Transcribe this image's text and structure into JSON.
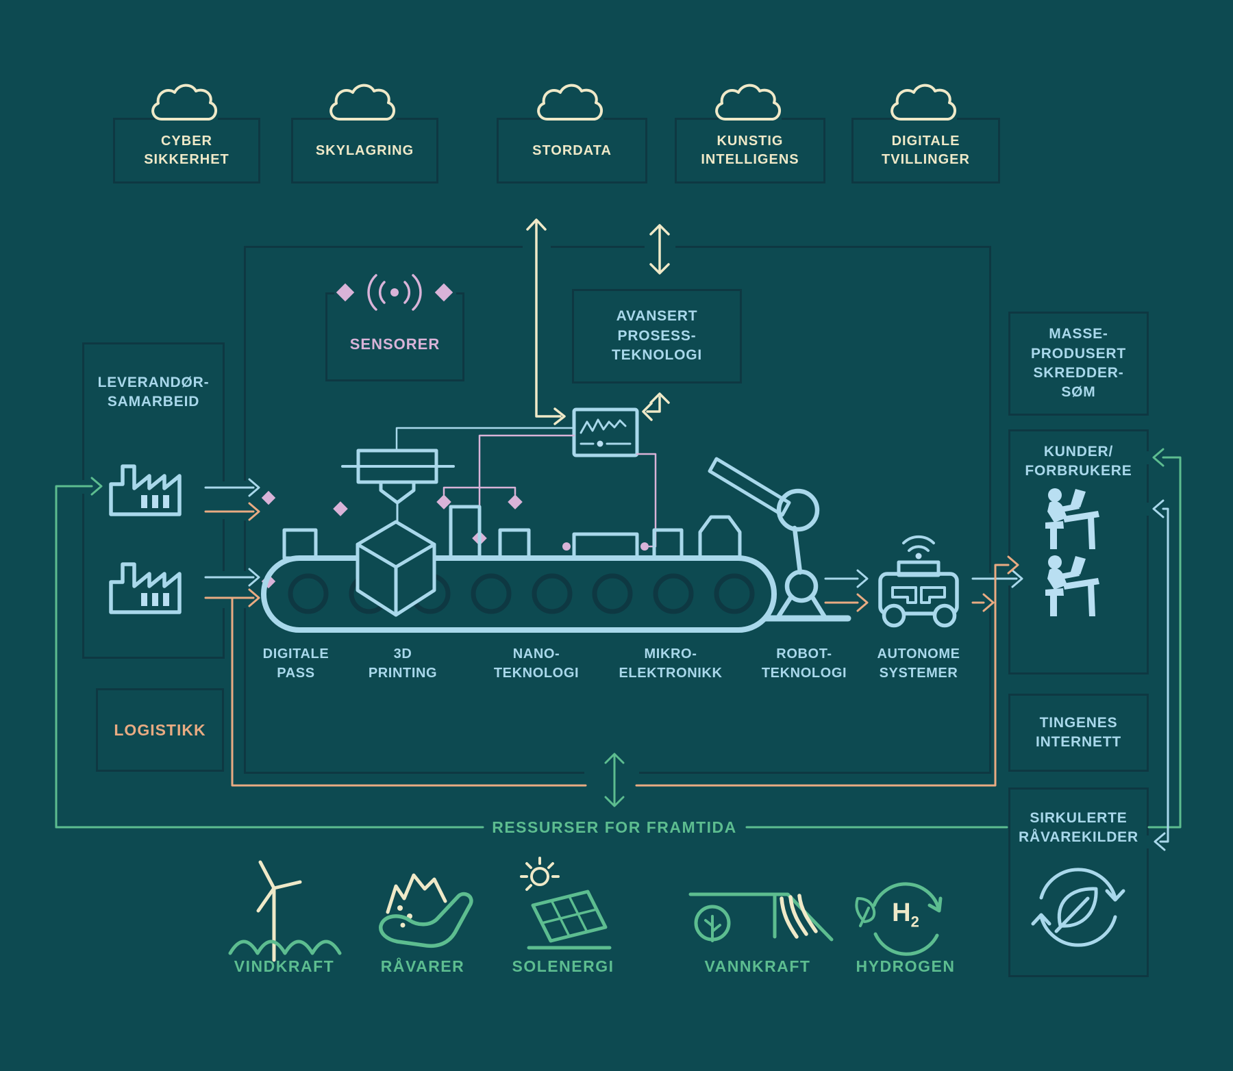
{
  "colors": {
    "bg": "#0d4a51",
    "line": "#0e3842",
    "cream": "#efe9c8",
    "blue": "#a9d8eb",
    "bluefill": "#b9dff2",
    "pink": "#d9b3d8",
    "orange": "#e9ab82",
    "green": "#5dbd90"
  },
  "top_boxes": [
    "CYBER\nSIKKERHET",
    "SKYLAGRING",
    "STORDATA",
    "KUNSTIG\nINTELLIGENS",
    "DIGITALE\nTVILLINGER"
  ],
  "boxes": {
    "sensor": "SENSORER",
    "process": "AVANSERT\nPROSESS-\nTEKNOLOGI",
    "supplier": "LEVERANDØR-\nSAMARBEID",
    "logistics": "LOGISTIKK",
    "masse": "MASSE-\nPRODUSERT\nSKREDDER-\nSØM",
    "kunder": "KUNDER/\nFORBRUKERE",
    "tingenes": "TINGENES\nINTERNETT",
    "sirkulerte": "SIRKULERTE\nRÅVAREKILDER"
  },
  "belt_labels": [
    "DIGITALE\nPASS",
    "3D\nPRINTING",
    "NANO-\nTEKNOLOGI",
    "MIKRO-\nELEKTRONIKK",
    "ROBOT-\nTEKNOLOGI",
    "AUTONOME\nSYSTEMER"
  ],
  "banner": "RESSURSER FOR FRAMTIDA",
  "energy_labels": [
    "VINDKRAFT",
    "RÅVARER",
    "SOLENERGI",
    "VANNKRAFT",
    "HYDROGEN"
  ],
  "hydrogen": {
    "symbol": "H",
    "sub": "2"
  },
  "icons": {
    "cloud": "cloud-outline",
    "sensor": "diamond-signal-waves",
    "factory": "factory-sawtooth-roof",
    "monitor": "process-monitor-graph",
    "printer": "3d-printer-head",
    "conveyor": "conveyor-belt",
    "robot": "robot-arm",
    "agv": "autonomous-vehicle",
    "wifi": "wifi-signal",
    "person": "person-at-desk",
    "recycle": "recycle-leaf",
    "wind": "wind-turbine-waves",
    "ore": "hand-with-ore",
    "solar": "solar-panel-sun",
    "hydro": "hydro-dam-waterfall",
    "hydrogen": "hydrogen-cycle-leaf"
  }
}
